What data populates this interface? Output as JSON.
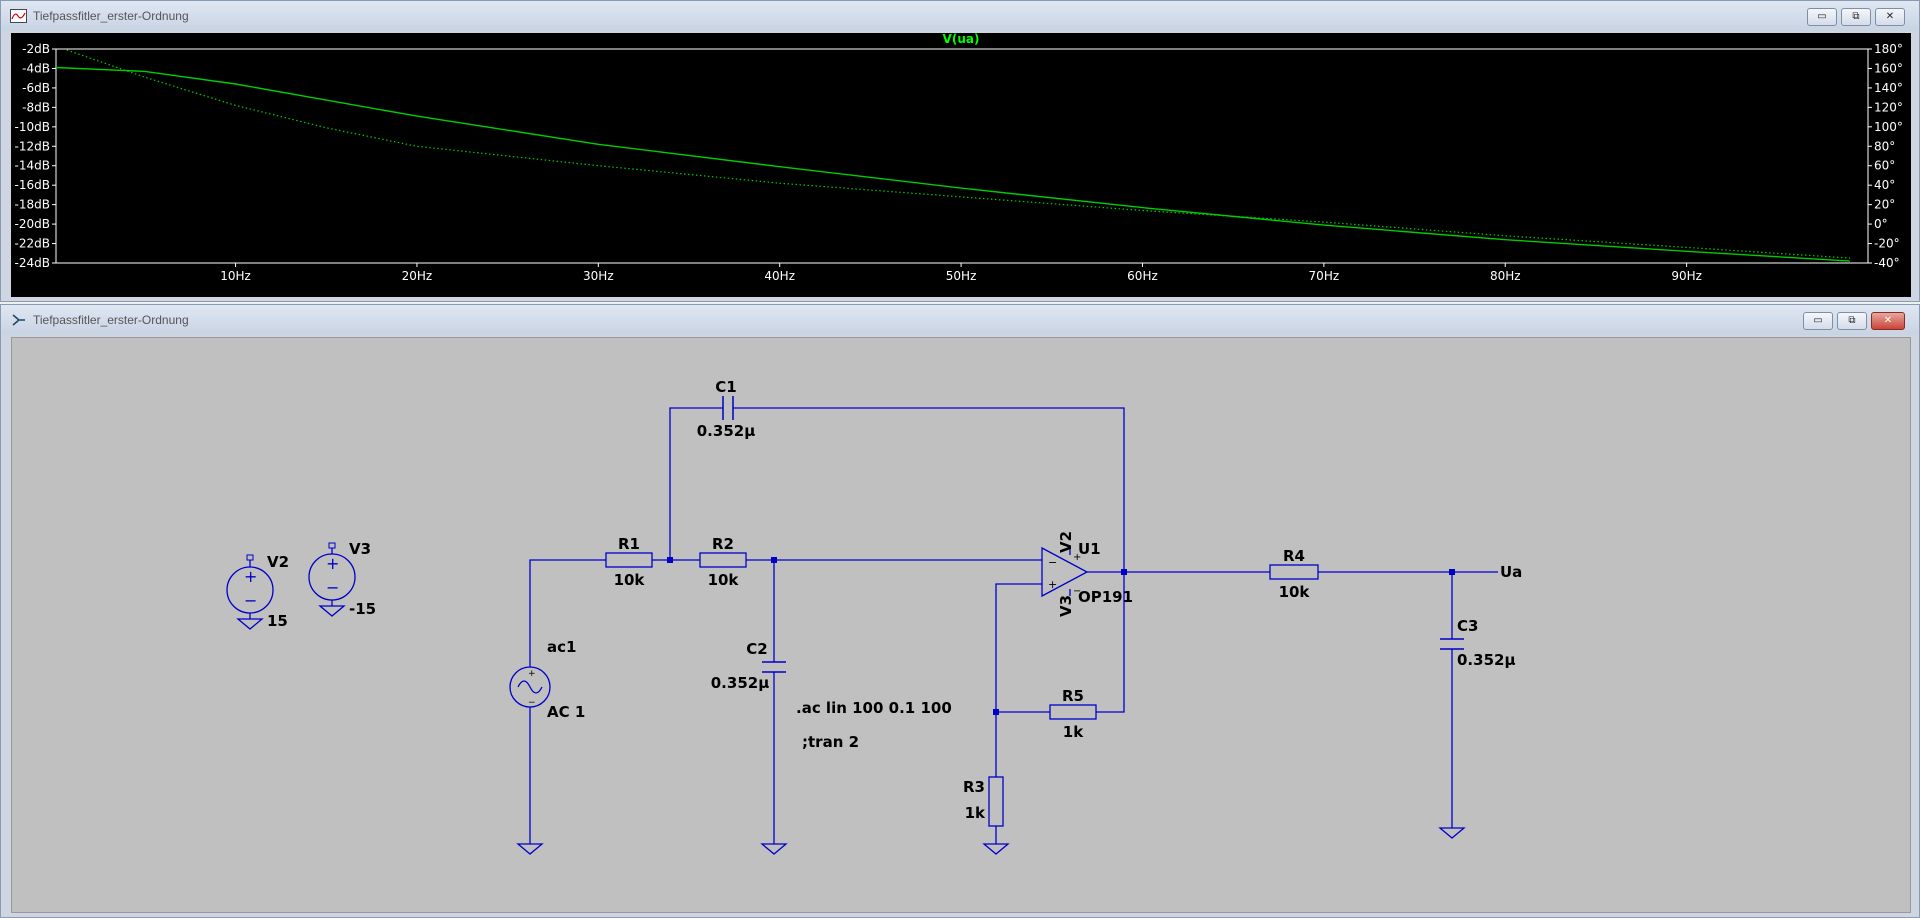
{
  "plot_window": {
    "title": "Tiefpassfitler_erster-Ordnung",
    "minimize": "▭",
    "restore": "⧉",
    "close": "✕",
    "trace_label": "V(ua)",
    "left_ticks": [
      "-2dB",
      "-4dB",
      "-6dB",
      "-8dB",
      "-10dB",
      "-12dB",
      "-14dB",
      "-16dB",
      "-18dB",
      "-20dB",
      "-22dB",
      "-24dB"
    ],
    "right_ticks": [
      "180°",
      "160°",
      "140°",
      "120°",
      "100°",
      "80°",
      "60°",
      "40°",
      "20°",
      "0°",
      "-20°",
      "-40°"
    ],
    "x_ticks": [
      "10Hz",
      "20Hz",
      "30Hz",
      "40Hz",
      "50Hz",
      "60Hz",
      "70Hz",
      "80Hz",
      "90Hz"
    ],
    "trace_color": "#00cc00"
  },
  "chart_data": {
    "type": "line",
    "title": "V(ua)",
    "xlabel": "",
    "ylabel": "",
    "xlim": [
      0.1,
      100
    ],
    "ylim": [
      -24,
      -2
    ],
    "y2lim": [
      -40,
      180
    ],
    "grid": false,
    "series": [
      {
        "name": "V(ua)",
        "axis": "left",
        "style": "solid",
        "x": [
          0.1,
          5,
          10,
          20,
          30,
          40,
          50,
          60,
          70,
          80,
          90,
          99
        ],
        "y": [
          -3.9,
          -4.3,
          -5.6,
          -8.9,
          -11.8,
          -14.1,
          -16.3,
          -18.3,
          -20.1,
          -21.6,
          -22.8,
          -23.8
        ]
      },
      {
        "axis": "right",
        "style": "dotted",
        "x": [
          0.7,
          5,
          10,
          15,
          20,
          30,
          40,
          50,
          60,
          70,
          80,
          90,
          99
        ],
        "y": [
          179,
          151,
          122,
          99,
          80,
          60,
          42,
          28,
          14,
          2,
          -12,
          -24,
          -35
        ]
      }
    ]
  },
  "schematic_window": {
    "title": "Tiefpassfitler_erster-Ordnung",
    "minimize": "▭",
    "restore": "⧉",
    "close": "✕",
    "wire_color": "#0000c8",
    "labels": {
      "c1": "C1",
      "c1_val": "0.352µ",
      "r1": "R1",
      "r1_val": "10k",
      "r2": "R2",
      "r2_val": "10k",
      "c2": "C2",
      "c2_val": "0.352µ",
      "u1": "U1",
      "u1_model": "OP191",
      "v2_pin": "V2",
      "v3_pin": "V3",
      "r4": "R4",
      "r4_val": "10k",
      "ua": "Ua",
      "c3": "C3",
      "c3_val": "0.352µ",
      "r5": "R5",
      "r5_val": "1k",
      "r3": "R3",
      "r3_val": "1k",
      "ac1": "ac1",
      "ac1_val": "AC 1",
      "v2": "V2",
      "v2_val": "15",
      "v3": "V3",
      "v3_val": "-15",
      "directive_ac": ".ac lin 100 0.1 100",
      "directive_tran": ";tran 2",
      "plus": "+",
      "minus": "−"
    }
  }
}
